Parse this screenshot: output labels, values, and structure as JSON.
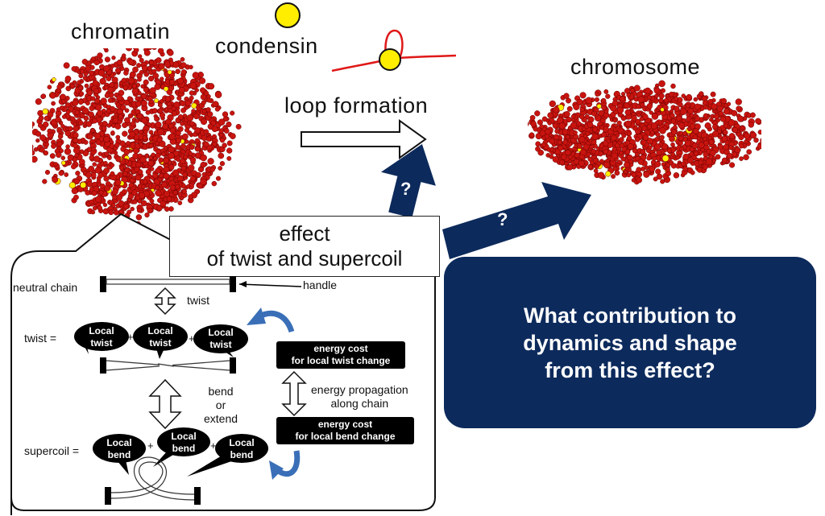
{
  "labels": {
    "chromatin": "chromatin",
    "condensin": "condensin",
    "chromosome": "chromosome",
    "loop_formation": "loop formation",
    "question_mark": "?"
  },
  "effect_box": {
    "line1": "effect",
    "line2": "of twist and supercoil"
  },
  "question_box": {
    "line1": "What contribution to",
    "line2": "dynamics and shape",
    "line3": "from this effect?"
  },
  "detail": {
    "neutral_chain": "neutral chain",
    "handle": "handle",
    "twist_arrow": "twist",
    "twist_eq": "twist =",
    "supercoil_eq": "supercoil =",
    "local_twist_1": "Local",
    "local_twist_2": "twist",
    "local_bend_1": "Local",
    "local_bend_2": "bend",
    "plus": "+",
    "bend": "bend",
    "or": "or",
    "extend": "extend",
    "energy_twist_1": "energy cost",
    "energy_twist_2": "for local twist change",
    "energy_prop_1": "energy propagation",
    "energy_prop_2": "along chain",
    "energy_bend_1": "energy cost",
    "energy_bend_2": "for local bend change"
  },
  "colors": {
    "navy": "#0c2a5c",
    "chromatin_red": "#c8140f",
    "condensin_yellow": "#ffee00",
    "loop_red": "#e01818",
    "cycle_arrow_blue": "#3a6fb8"
  }
}
